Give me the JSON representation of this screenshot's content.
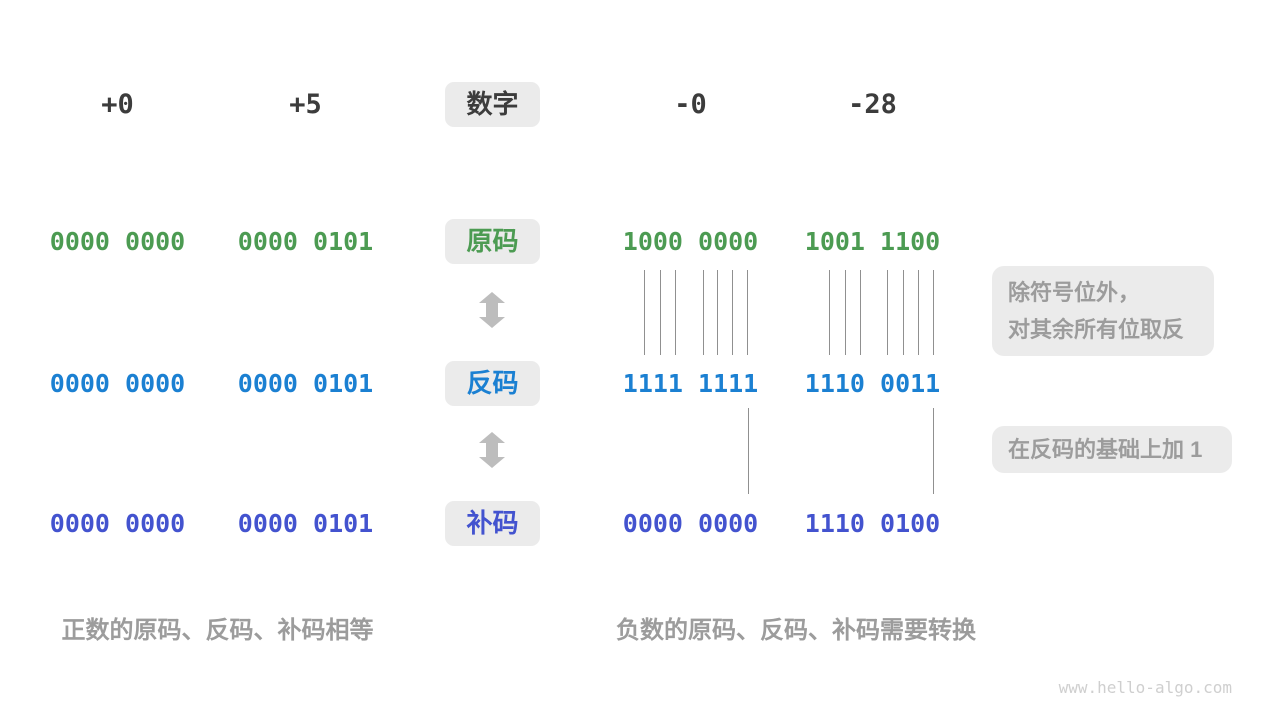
{
  "colors": {
    "green": "#4C9B52",
    "blue": "#1B80D2",
    "indigo": "#4353CF",
    "dark_text": "#3C3C3C",
    "label_bg": "#EBEBEB",
    "gray_text": "#9C9C9C",
    "arrow": "#BDBDBD",
    "line": "#909090",
    "watermark": "#CFCFCF"
  },
  "header": {
    "label": "数字",
    "values": [
      "+0",
      "+5",
      "-0",
      "-28"
    ]
  },
  "rows": [
    {
      "label": "原码",
      "values": [
        "0000 0000",
        "0000 0101",
        "1000 0000",
        "1001 1100"
      ]
    },
    {
      "label": "反码",
      "values": [
        "0000 0000",
        "0000 0101",
        "1111 1111",
        "1110 0011"
      ]
    },
    {
      "label": "补码",
      "values": [
        "0000 0000",
        "0000 0101",
        "0000 0000",
        "1110 0100"
      ]
    }
  ],
  "annotations": {
    "invert_line1": "除符号位外，",
    "invert_line2": "对其余所有位取反",
    "add_one": "在反码的基础上加 1"
  },
  "captions": {
    "positive": "正数的原码、反码、补码相等",
    "negative": "负数的原码、反码、补码需要转换"
  },
  "watermark": "www.hello-algo.com"
}
